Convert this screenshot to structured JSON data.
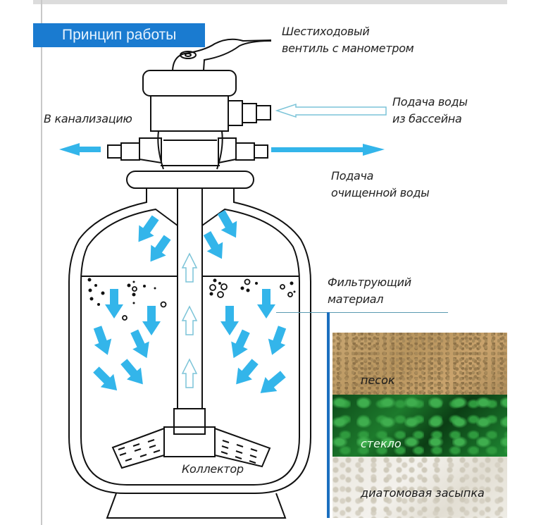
{
  "header": {
    "title": "Принцип работы",
    "banner_color": "#1a7bd0"
  },
  "labels": {
    "valve": [
      "Шестиходовый",
      "вентиль с манометром"
    ],
    "inlet": [
      "Подача воды",
      "из бассейна"
    ],
    "drain": "В канализацию",
    "outlet": [
      "Подача",
      "очищенной воды"
    ],
    "filter_material": [
      "Фильтрующий",
      "материал"
    ],
    "collector": "Коллектор"
  },
  "media": [
    {
      "name": "песок",
      "color": "#c0a06a"
    },
    {
      "name": "стекло",
      "color": "#1a6e2a"
    },
    {
      "name": "диатомовая засыпка",
      "color": "#ebe8e0"
    }
  ],
  "colors": {
    "flow_arrow": "#33b5ea",
    "inlet_arrow_outline": "#7cc4d8",
    "outline": "#111111",
    "accent_bar": "#1b6fbf"
  }
}
